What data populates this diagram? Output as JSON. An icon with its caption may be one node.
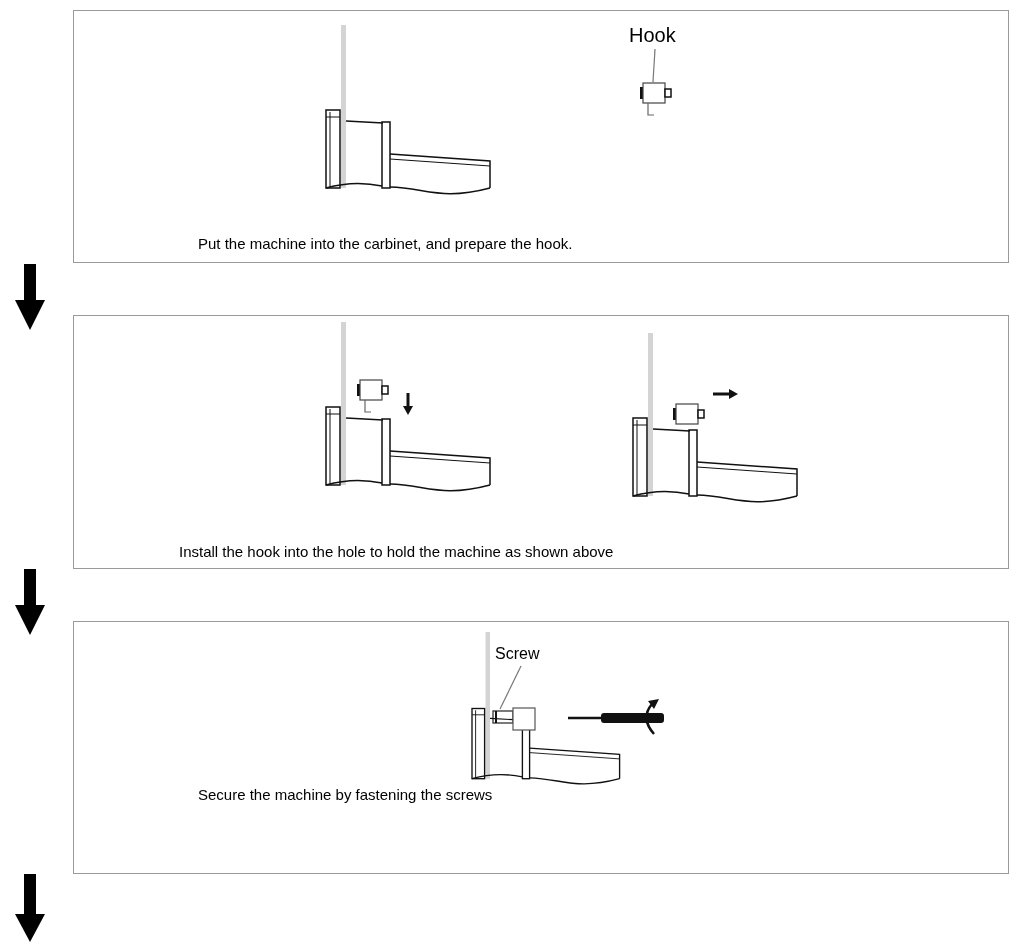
{
  "diagram": {
    "nodes": [
      {
        "text": [
          "Put the machine into the carbinet, and prepare the hook."
        ]
      },
      {
        "text": [
          "Hook"
        ],
        "in": 0
      },
      {
        "text": [],
        "shape": "picture",
        "in": 0
      },
      {
        "text": [
          "Install the hook into the hole to hold the machine as shown above"
        ]
      },
      {
        "text": [
          "Secure the machine by fastening the screws"
        ]
      },
      {
        "text": [
          "Screw"
        ],
        "in": 4
      },
      {
        "text": [],
        "shape": "picture",
        "in": 4
      }
    ],
    "edges": [
      {
        "from": 1,
        "to": 2,
        "arrow": "none",
        "color": "#777777"
      },
      {
        "from": 5,
        "to": 6,
        "arrow": "none",
        "color": "#777777"
      }
    ]
  }
}
